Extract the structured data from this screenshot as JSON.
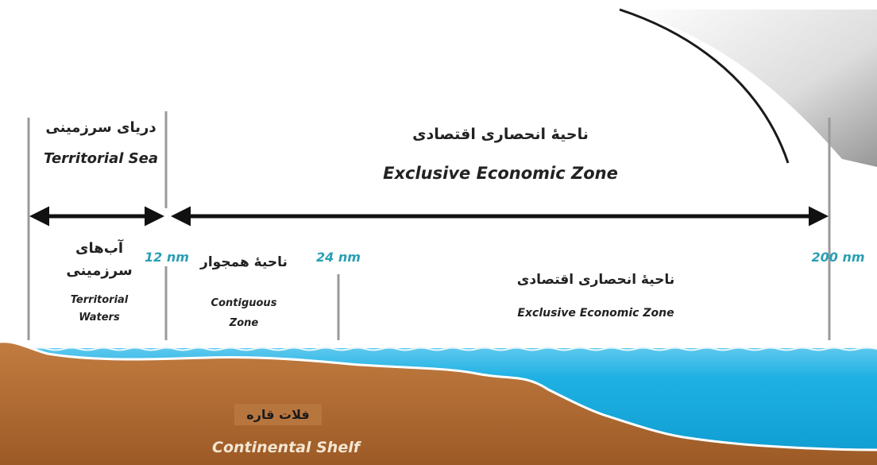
{
  "top_labels": {
    "territorial_sea_fa": "دریای سرزمینی",
    "territorial_sea_en": "Territorial Sea",
    "eez_fa": "ناحیۀ انحصاری اقتصادی",
    "eez_en": "Exclusive Economic Zone"
  },
  "distances": {
    "nm12": "12 nm",
    "nm24": "24 nm",
    "nm200": "200 nm"
  },
  "lower_labels": {
    "territorial_waters_fa_line1": "آب‌های",
    "territorial_waters_fa_line2": "سرزمینی",
    "territorial_waters_en_line1": "Territorial",
    "territorial_waters_en_line2": "Waters",
    "contiguous_fa": "ناحیۀ همجوار",
    "contiguous_en_line1": "Contiguous",
    "contiguous_en_line2": "Zone",
    "eez_fa": "ناحیۀ انحصاری اقتصادی",
    "eez_en": "Exclusive Economic Zone"
  },
  "shelf": {
    "fa": "فلات قاره",
    "en": "Continental Shelf"
  },
  "colors": {
    "land": "#b9733a",
    "land_dark": "#9c5a26",
    "sea": "#1fb1e3",
    "sea_light": "#7fd4f1",
    "distance_text": "#2a9fb4",
    "boundary_line": "#9a9a9a",
    "arrow": "#111111"
  }
}
